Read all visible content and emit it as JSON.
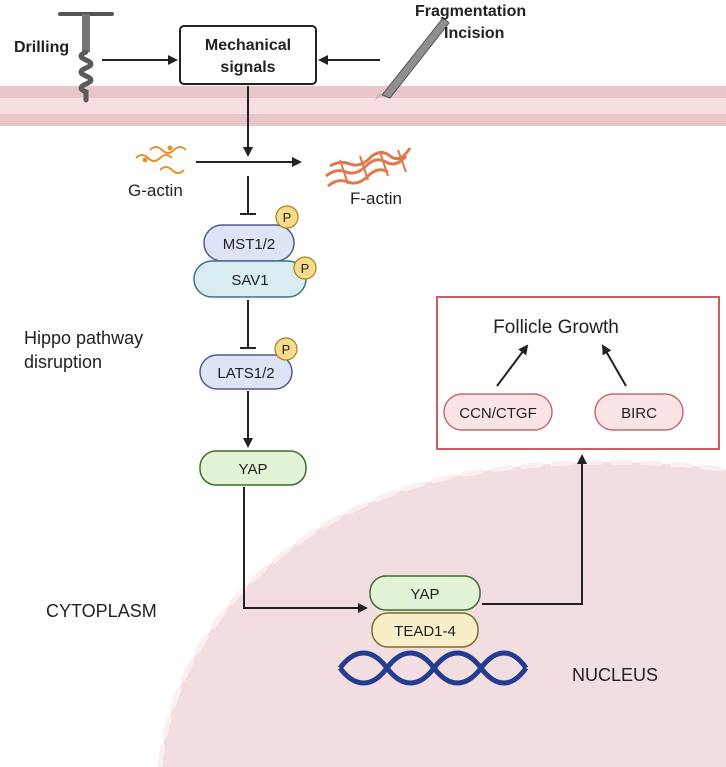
{
  "labels": {
    "drilling": "Drilling",
    "fragmentation": "Fragmentation",
    "incision": "Incision",
    "mechanical_line1": "Mechanical",
    "mechanical_line2": "signals",
    "g_actin": "G-actin",
    "f_actin": "F-actin",
    "mst": "MST1/2",
    "sav": "SAV1",
    "lats": "LATS1/2",
    "yap_cytoplasm": "YAP",
    "yap_nucleus": "YAP",
    "tead": "TEAD1-4",
    "hippo_line1": "Hippo pathway",
    "hippo_line2": "disruption",
    "cytoplasm": "CYTOPLASM",
    "nucleus": "NUCLEUS",
    "follicle_growth": "Follicle Growth",
    "ccn": "CCN/CTGF",
    "birc": "BIRC",
    "phospho": "P"
  },
  "colors": {
    "membrane": "#e9c6c9",
    "membrane_band": "#f7dfe1",
    "nucleus_fill": "#f2dde0",
    "nucleus_edge": "#f9eced",
    "kinase_fill": "#dfe3f6",
    "kinase_stroke": "#50598f",
    "sav_fill": "#d8ecf2",
    "sav_stroke": "#3f7287",
    "yap_fill": "#e3f3d6",
    "yap_stroke": "#3c6e2f",
    "tead_fill": "#f8efc8",
    "tead_stroke": "#7d6d26",
    "phospho_fill": "#f8dc8a",
    "phospho_stroke": "#a58320",
    "target_fill": "#fbe4e5",
    "target_stroke": "#c86a6f",
    "box_stroke": "#d05c61",
    "dna": "#243c8f",
    "g_actin": "#e5922f",
    "f_actin": "#e0784d"
  }
}
